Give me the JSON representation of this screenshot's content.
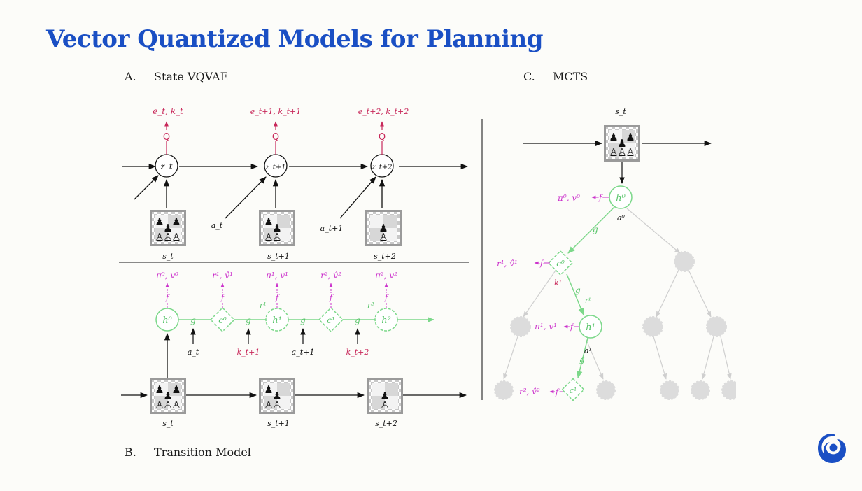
{
  "slide": {
    "title": "Vector Quantized Models for Planning"
  },
  "panels": {
    "a": {
      "letter": "A.",
      "label": "State VQVAE"
    },
    "b": {
      "letter": "B.",
      "label": "Transition Model"
    },
    "c": {
      "letter": "C.",
      "label": "MCTS"
    }
  },
  "vqvae": {
    "codes": [
      "e_t, k_t",
      "e_t+1, k_t+1",
      "e_t+2, k_t+2"
    ],
    "quantizer_symbol": "Q",
    "latents": [
      "z_t",
      "z_t+1",
      "z_t+2"
    ],
    "actions": [
      "a_t",
      "a_t+1"
    ],
    "states": [
      "s_t",
      "s_t+1",
      "s_t+2"
    ]
  },
  "transition": {
    "outputs": [
      "π⁰, v⁰",
      "r¹, v̂¹",
      "π¹, v¹",
      "r², v̂²",
      "π², v²"
    ],
    "hidden_states": [
      "h⁰",
      "c⁰",
      "h¹",
      "c¹",
      "h²"
    ],
    "function_labels": {
      "prediction": "f",
      "dynamics": "g"
    },
    "reward_labels": [
      "r¹",
      "r²"
    ],
    "inputs": [
      "a_t",
      "k_t+1",
      "a_t+1",
      "k_t+2"
    ],
    "states": [
      "s_t",
      "s_t+1",
      "s_t+2"
    ]
  },
  "mcts": {
    "root_state": "s_t",
    "nodes": {
      "h0": {
        "label": "h⁰",
        "output": "π⁰, v⁰",
        "action": "a⁰"
      },
      "c0": {
        "label": "c⁰",
        "output": "r¹, v̂¹",
        "code": "k¹"
      },
      "h1": {
        "label": "h¹",
        "output": "π¹, v¹",
        "action": "a¹",
        "reward": "r¹"
      },
      "c1": {
        "label": "c¹",
        "output": "r², v̂²"
      }
    }
  },
  "colors": {
    "title": "#1a4fc4",
    "quantizer": "#c8285a",
    "code_label": "#c8285a",
    "green": "#7cd88a",
    "green_text": "#58c46a",
    "magenta": "#cc33cc",
    "grey_node": "#dcdcdc",
    "logo": "#1a4fc4"
  },
  "icons": [
    "chessboard-icon",
    "deepmind-logo-icon"
  ]
}
